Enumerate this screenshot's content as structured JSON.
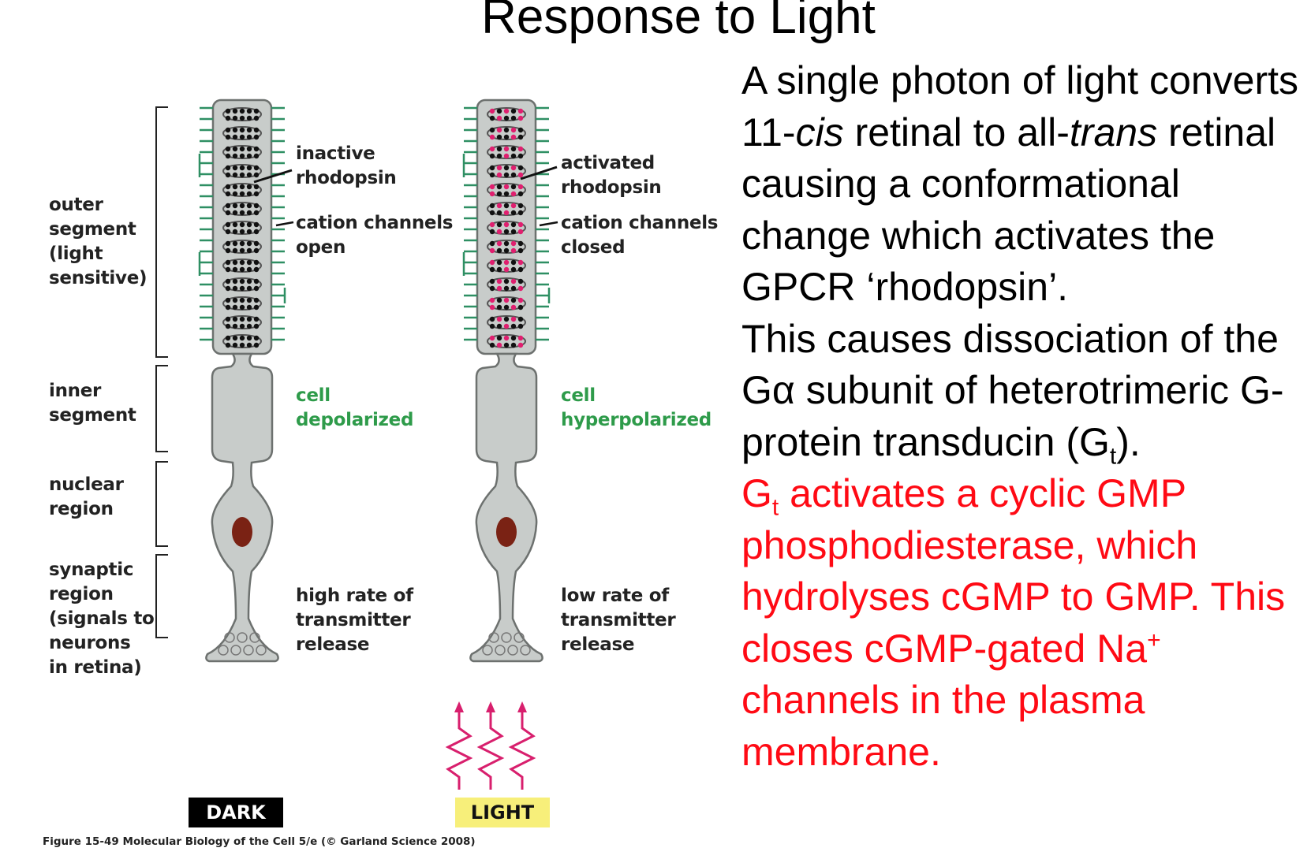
{
  "title": "Response to Light",
  "figure": {
    "region_labels": {
      "outer_segment": "outer\nsegment\n(light\nsensitive)",
      "inner_segment": "inner\nsegment",
      "nuclear_region": "nuclear\nregion",
      "synaptic_region": "synaptic\nregion\n(signals to\nneurons\nin retina)"
    },
    "dark_cell": {
      "rhodopsin_label": "inactive\nrhodopsin",
      "channels_label": "cation channels\nopen",
      "state_label": "cell\ndepolarized",
      "release_label": "high rate of\ntransmitter\nrelease",
      "condition": "DARK"
    },
    "light_cell": {
      "rhodopsin_label": "activated\nrhodopsin",
      "channels_label": "cation channels\nclosed",
      "state_label": "cell\nhyperpolarized",
      "release_label": "low rate of\ntransmitter\nrelease",
      "condition": "LIGHT"
    },
    "caption": "Figure 15-49 Molecular Biology of the Cell 5/e (© Garland Science 2008)",
    "colors": {
      "cell_fill": "#c8ccca",
      "cell_outline": "#6d716f",
      "channel": "#2e8f63",
      "active_retinal": "#e01f6f",
      "nucleus": "#7a2214",
      "photon": "#d81f6d",
      "state_label": "#2e9b4a",
      "light_badge": "#f7ef7a",
      "highlight_text": "#ff0a14"
    }
  },
  "text": {
    "p1_a": "A single photon of light converts 11-",
    "p1_cis": "cis",
    "p1_b": " retinal to all-",
    "p1_trans": "trans",
    "p1_c": " retinal causing a conformational change which activates the GPCR ‘rhodopsin’.",
    "p2_a": "This causes dissociation of the G",
    "p2_alpha": "α",
    "p2_b": " subunit of heterotrimeric G-protein transducin (G",
    "p2_sub": "t",
    "p2_c": ").",
    "p3_g": "G",
    "p3_sub": "t",
    "p3_a": " activates a cyclic GMP phosphodiesterase, which hydrolyses cGMP to GMP. This closes cGMP-gated Na",
    "p3_sup": "+",
    "p3_b": " channels in the plasma membrane."
  }
}
